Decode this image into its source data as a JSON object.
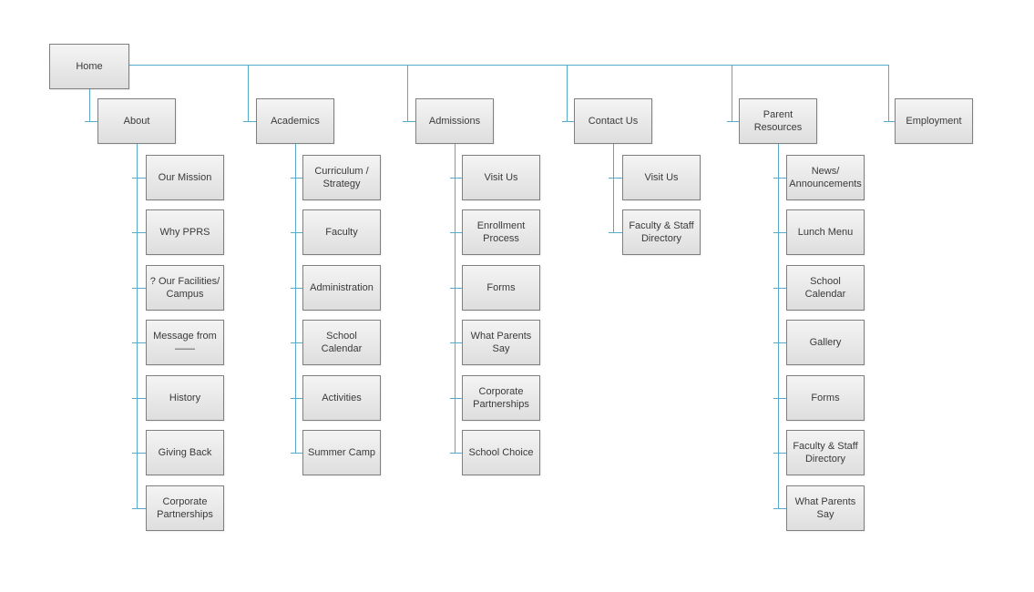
{
  "diagram": {
    "type": "sitemap-tree",
    "root": {
      "label": "Home"
    },
    "branches": [
      {
        "label": "About",
        "children": [
          "Our Mission",
          "Why PPRS",
          "? Our Facilities/ Campus",
          "Message from ——",
          "History",
          "Giving Back",
          "Corporate Partnerships"
        ]
      },
      {
        "label": "Academics",
        "children": [
          "Curriculum / Strategy",
          "Faculty",
          "Administration",
          "School Calendar",
          "Activities",
          "Summer Camp"
        ]
      },
      {
        "label": "Admissions",
        "children": [
          "Visit Us",
          "Enrollment Process",
          "Forms",
          "What Parents Say",
          "Corporate Partnerships",
          "School Choice"
        ]
      },
      {
        "label": "Contact Us",
        "children": [
          "Visit Us",
          "Faculty & Staff Directory"
        ]
      },
      {
        "label": "Parent Resources",
        "children": [
          "News/ Announcements",
          "Lunch Menu",
          "School Calendar",
          "Gallery",
          "Forms",
          "Faculty & Staff Directory",
          "What Parents Say"
        ]
      },
      {
        "label": "Employment",
        "children": []
      }
    ],
    "colors": {
      "connector": "#58abc8",
      "box_border": "#7f7f7f",
      "box_fill_top": "#f4f4f4",
      "box_fill_bottom": "#dedede",
      "text": "#3a3a3a"
    }
  }
}
